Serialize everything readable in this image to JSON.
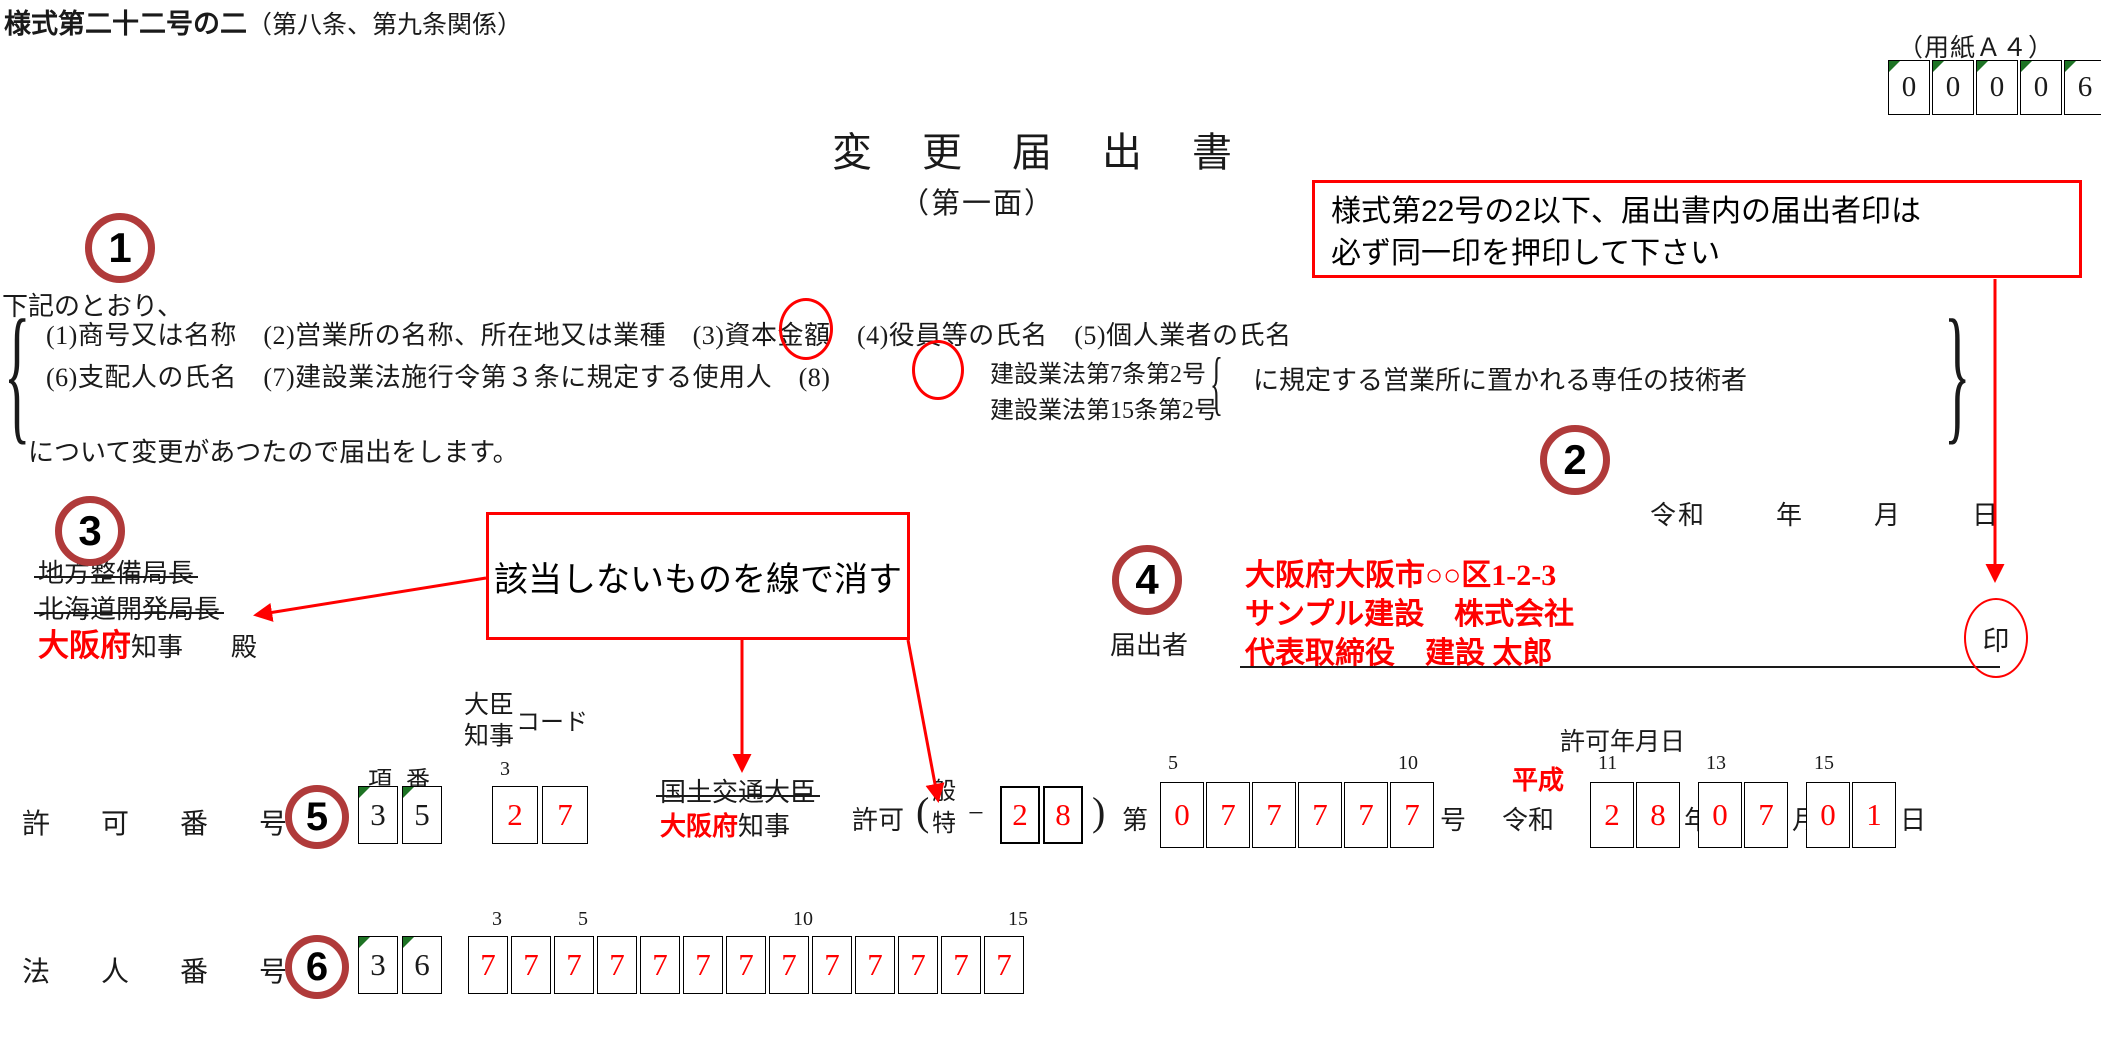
{
  "header": {
    "form_title": "様式第二十二号の二",
    "form_title_sub": "（第八条、第九条関係）",
    "paper_size": "（用紙Ａ４）",
    "page_number_digits": [
      "0",
      "0",
      "0",
      "0",
      "6"
    ],
    "main_title": "変 更 届 出 書",
    "sub_title": "（第一面）"
  },
  "intro": {
    "lead": "下記のとおり、",
    "item_line_1": "(1)商号又は名称　(2)営業所の名称、所在地又は業種　(3)資本金額　(4)役員等の氏名　(5)個人業者の氏名",
    "item_line_2": "(6)支配人の氏名　(7)建設業法施行令第３条に規定する使用人　(8)",
    "clause_a": "建設業法第7条第2号",
    "clause_b": "建設業法第15条第2号",
    "clause_tail": "に規定する営業所に置かれる専任の技術者",
    "tail": "について変更があつたので届出をします。"
  },
  "addressee": {
    "line_1": "地方整備局長",
    "line_2": "北海道開発局長",
    "prefecture": "大阪府",
    "title": "知事",
    "honorific": "殿"
  },
  "applicant": {
    "era_label": "令和",
    "year_label": "年",
    "month_label": "月",
    "day_label": "日",
    "label": "届出者",
    "address": "大阪府大阪市○○区1-2-3",
    "company": "サンプル建設　株式会社",
    "representative": "代表取締役　建設 太郎",
    "seal_label": "印"
  },
  "permit": {
    "row_label": "許 可 番 号",
    "ko_label": "項",
    "ban_label": "番",
    "code_label_line1": "大臣",
    "code_label_line2": "知事",
    "code_label_suffix": "コード",
    "pos_3": "3",
    "kou_ban_digits": [
      "3",
      "5"
    ],
    "code_digits": [
      "2",
      "7"
    ],
    "minister_line": "国土交通大臣",
    "governor_prefecture": "大阪府",
    "governor_title": "知事",
    "kyoka_word": "許可",
    "paren_open": "(",
    "type_ippan": "般",
    "type_toku": "特",
    "dash": "−",
    "type_digits": [
      "2",
      "8"
    ],
    "paren_close": ")",
    "dai_word": "第",
    "pos_5": "5",
    "pos_10": "10",
    "number_digits": [
      "0",
      "7",
      "7",
      "7",
      "7",
      "7"
    ],
    "gou_word": "号",
    "date_label": "許可年月日",
    "heisei_word": "平成",
    "reiwa_word": "令和",
    "pos_11": "11",
    "pos_13": "13",
    "pos_15": "15",
    "year_digits": [
      "2",
      "8"
    ],
    "month_digits": [
      "0",
      "7"
    ],
    "day_digits": [
      "0",
      "1"
    ],
    "nen_word": "年",
    "gatsu_word": "月",
    "nichi_word": "日"
  },
  "corporate": {
    "row_label": "法 人 番 号",
    "kou_ban_digits": [
      "3",
      "6"
    ],
    "number_digits": [
      "7",
      "7",
      "7",
      "7",
      "7",
      "7",
      "7",
      "7",
      "7",
      "7",
      "7",
      "7",
      "7"
    ],
    "pos_3": "3",
    "pos_5": "5",
    "pos_10": "10",
    "pos_15": "15"
  },
  "markers": {
    "m1": "1",
    "m2": "2",
    "m3": "3",
    "m4": "4",
    "m5": "5",
    "m6": "6"
  },
  "annotations": {
    "seal_note_line1": "様式第22号の2以下、届出書内の届出者印は",
    "seal_note_line2": "必ず同一印を押印して下さい",
    "strike_note": "該当しないものを線で消す"
  },
  "colors": {
    "entry_red": "#ff0000",
    "marker_maroon": "#b03a3a",
    "box_corner_green": "#1d7324",
    "ink_black": "#1a1a1a"
  }
}
